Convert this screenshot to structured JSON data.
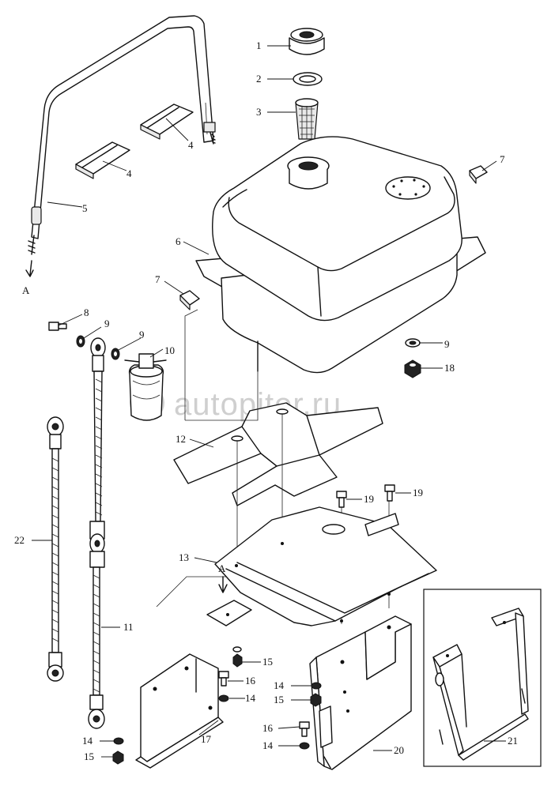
{
  "watermark": "autopiter.ru",
  "view_marker": "A",
  "callouts": [
    "1",
    "2",
    "3",
    "4",
    "4",
    "5",
    "6",
    "7",
    "7",
    "8",
    "9",
    "9",
    "9",
    "10",
    "11",
    "12",
    "13",
    "14",
    "14",
    "14",
    "14",
    "15",
    "15",
    "15",
    "16",
    "16",
    "17",
    "18",
    "19",
    "19",
    "20",
    "21",
    "22"
  ]
}
